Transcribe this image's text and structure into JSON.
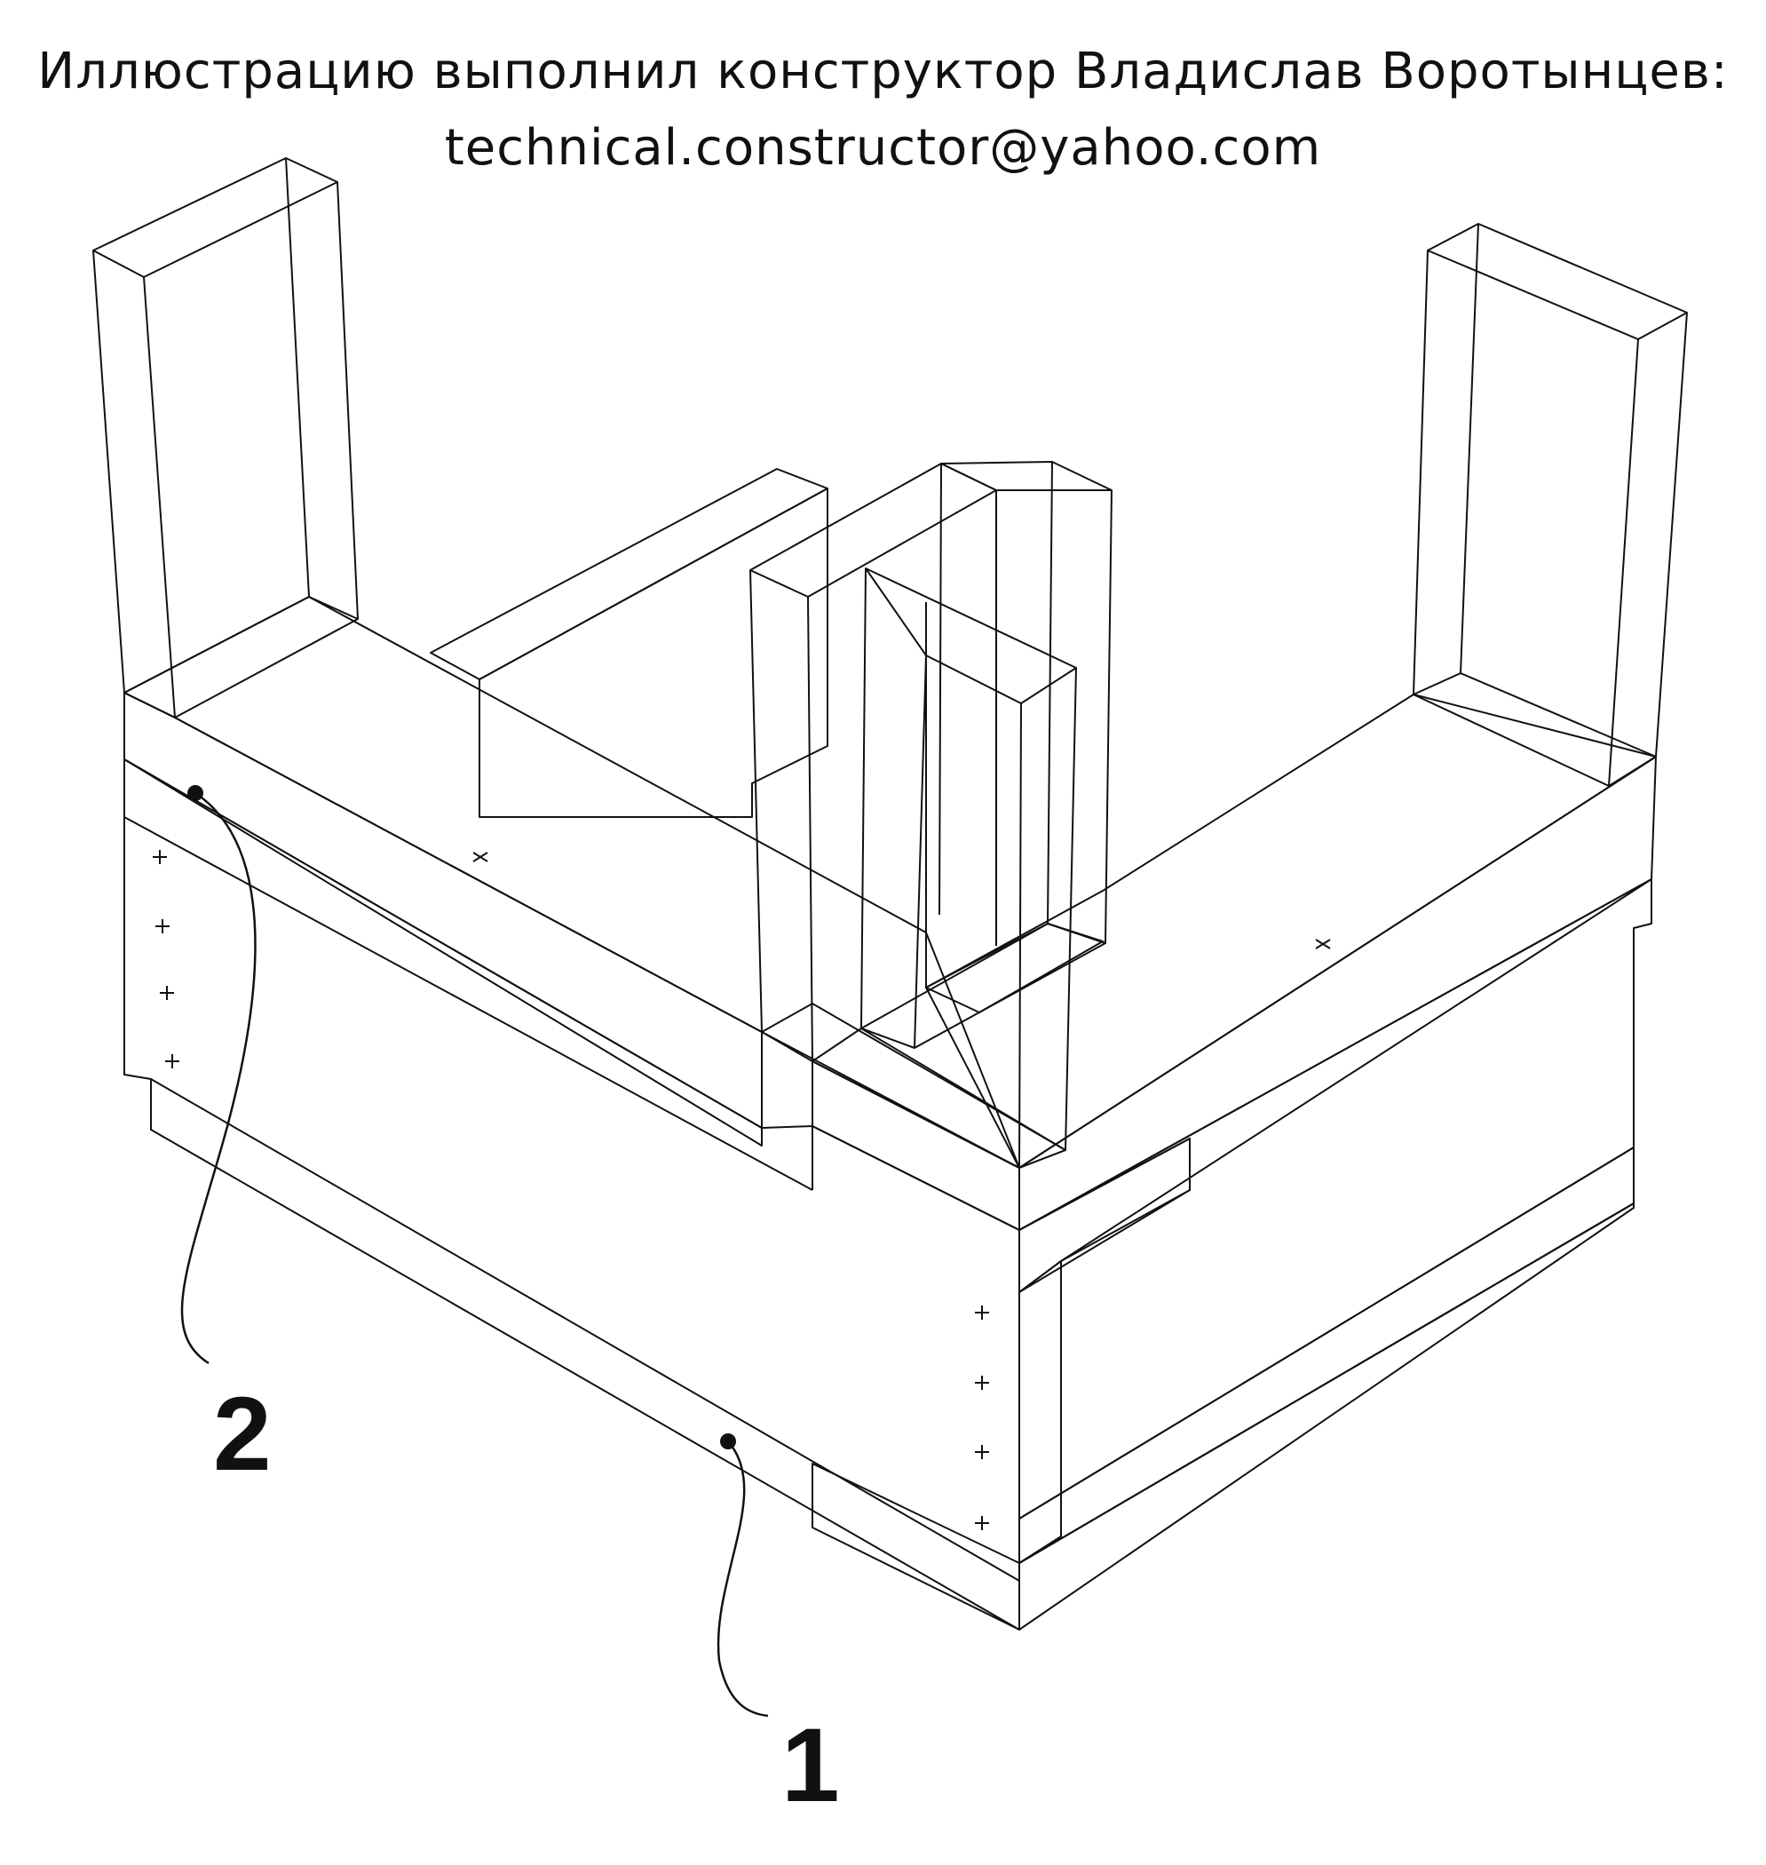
{
  "header": {
    "line1": "Иллюстрацию выполнил конструктор Владислав Воротынцев:",
    "line2": "technical.constructor@yahoo.com"
  },
  "callouts": [
    {
      "id": "callout-1",
      "label": "1"
    },
    {
      "id": "callout-2",
      "label": "2"
    }
  ],
  "colors": {
    "face_light": "#a3835e",
    "face_mid": "#9c7d5b",
    "face_dark": "#8f7152",
    "end_grain": "#a0693a",
    "post_face": "#c4aa85",
    "outline": "#111111"
  }
}
